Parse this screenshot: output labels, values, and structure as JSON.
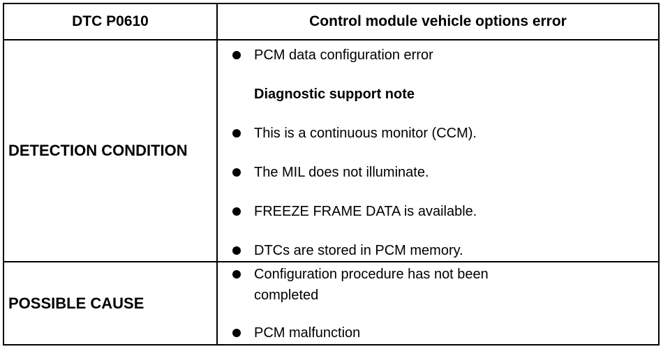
{
  "header": {
    "code": "DTC P0610",
    "description": "Control module vehicle options error"
  },
  "detection": {
    "label": "DETECTION CONDITION",
    "items": [
      {
        "text": "PCM data configuration error",
        "bullet": true
      },
      {
        "text": "Diagnostic support note",
        "bullet": false
      },
      {
        "text": "This is a continuous monitor (CCM).",
        "bullet": true
      },
      {
        "text": "The MIL does not illuminate.",
        "bullet": true
      },
      {
        "text": "FREEZE FRAME DATA is available.",
        "bullet": true
      },
      {
        "text": "DTCs are stored in PCM memory.",
        "bullet": true
      }
    ]
  },
  "cause": {
    "label": "POSSIBLE CAUSE",
    "items": [
      {
        "text": "Configuration procedure has not been completed",
        "bullet": true
      },
      {
        "text": "PCM malfunction",
        "bullet": true
      }
    ]
  }
}
